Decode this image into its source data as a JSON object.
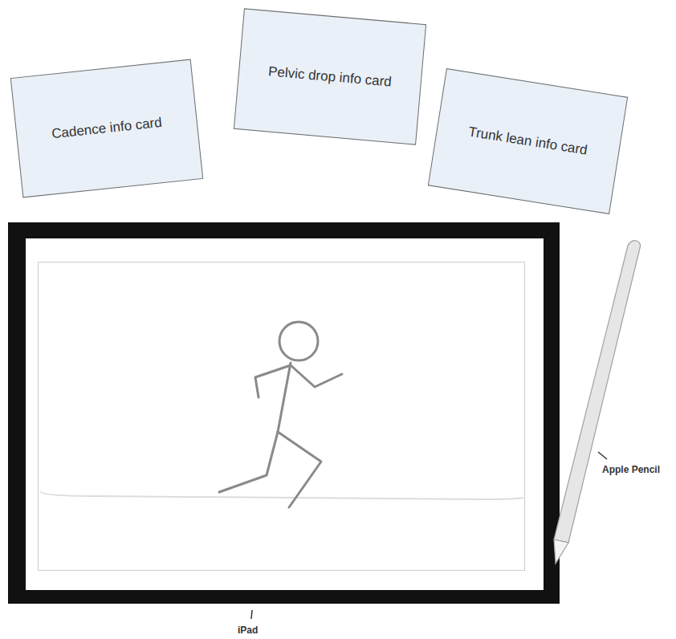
{
  "diagram": {
    "nodes": [
      {
        "text": [
          "Cadence info card"
        ]
      },
      {
        "text": [
          "Pelvic drop info card"
        ]
      },
      {
        "text": [
          "Trunk lean info card"
        ]
      }
    ],
    "labels": [
      "Apple Pencil",
      "iPad"
    ]
  }
}
